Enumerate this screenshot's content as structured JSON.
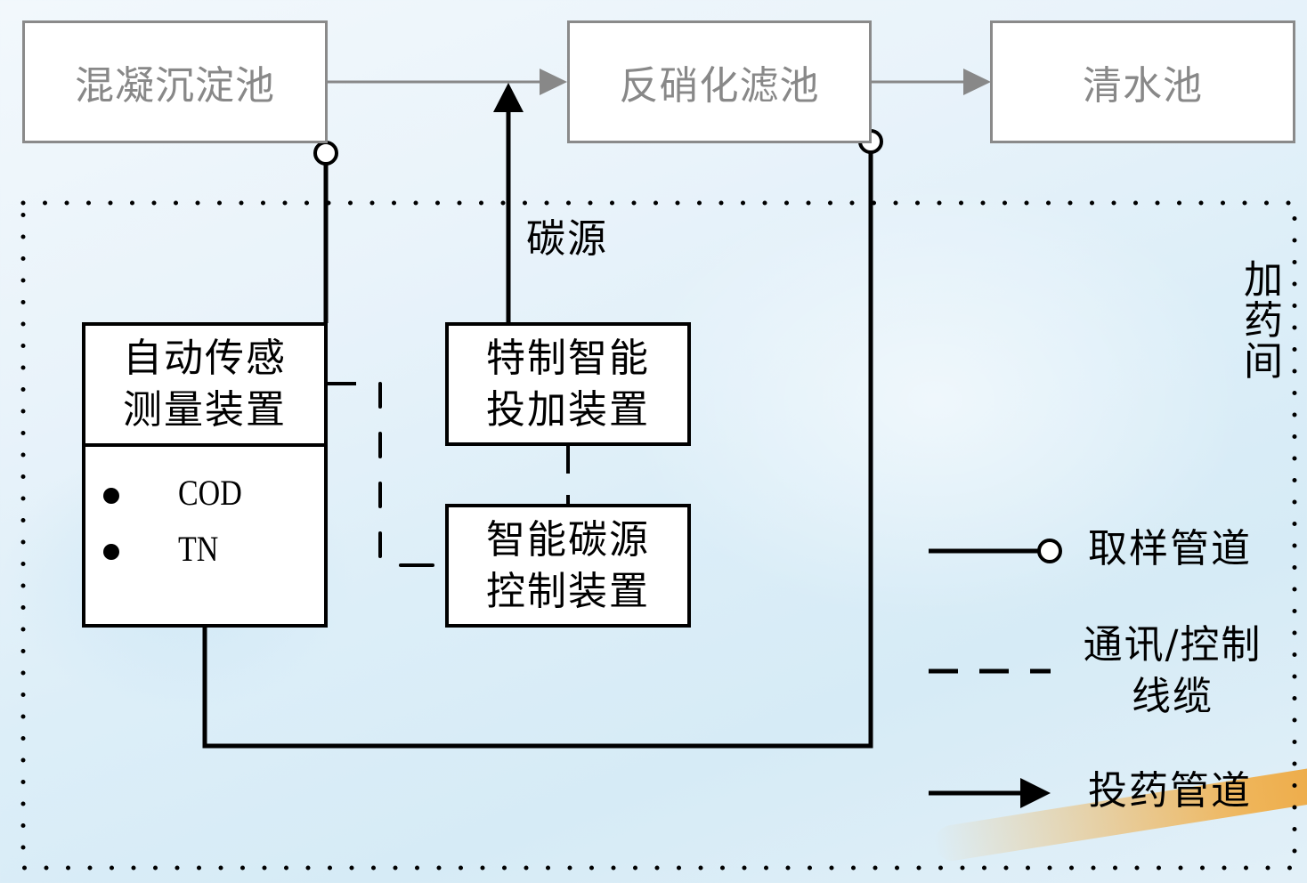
{
  "title": "加药间碳源投加系统示意图",
  "process": {
    "tanks": [
      {
        "id": "coag",
        "label": "混凝沉淀池"
      },
      {
        "id": "denit",
        "label": "反硝化滤池"
      },
      {
        "id": "clear",
        "label": "清水池"
      }
    ]
  },
  "dosing_room": {
    "label": "加药间"
  },
  "carbon_source_label": "碳源",
  "devices": {
    "sensor": {
      "title_line1": "自动传感",
      "title_line2": "测量装置",
      "parameters": [
        "COD",
        "TN"
      ]
    },
    "dosing": {
      "title_line1": "特制智能",
      "title_line2": "投加装置"
    },
    "controller": {
      "title_line1": "智能碳源",
      "title_line2": "控制装置"
    }
  },
  "legend": {
    "sampling": {
      "label": "取样管道",
      "icon": "line-with-circle"
    },
    "comm": {
      "label_line1": "通讯/控制",
      "label_line2": "线缆",
      "icon": "dashed-line"
    },
    "dosing": {
      "label": "投药管道",
      "icon": "line-with-arrow"
    }
  },
  "colors": {
    "process_gray": "#888888",
    "line_black": "#000000",
    "swoosh_orange": "#e89a2c"
  }
}
